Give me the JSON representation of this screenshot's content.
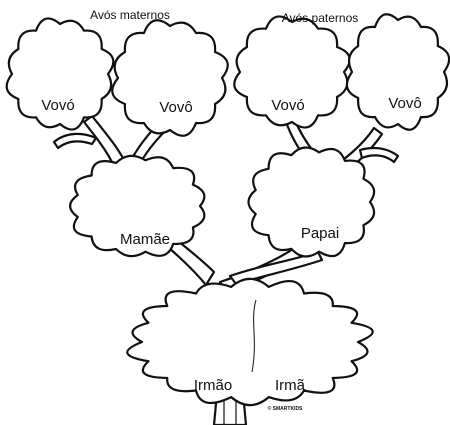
{
  "headings": {
    "maternal": "Avós maternos",
    "paternal": "Avós paternos"
  },
  "nodes": {
    "maternal_grandmother": "Vovó",
    "maternal_grandfather": "Vovô",
    "paternal_grandmother": "Vovó",
    "paternal_grandfather": "Vovô",
    "mother": "Mamãe",
    "father": "Papai",
    "brother": "Irmão",
    "sister": "Irmã"
  },
  "watermark": "© SMARTKIDS",
  "colors": {
    "ink": "#111111",
    "paper": "#ffffff"
  }
}
